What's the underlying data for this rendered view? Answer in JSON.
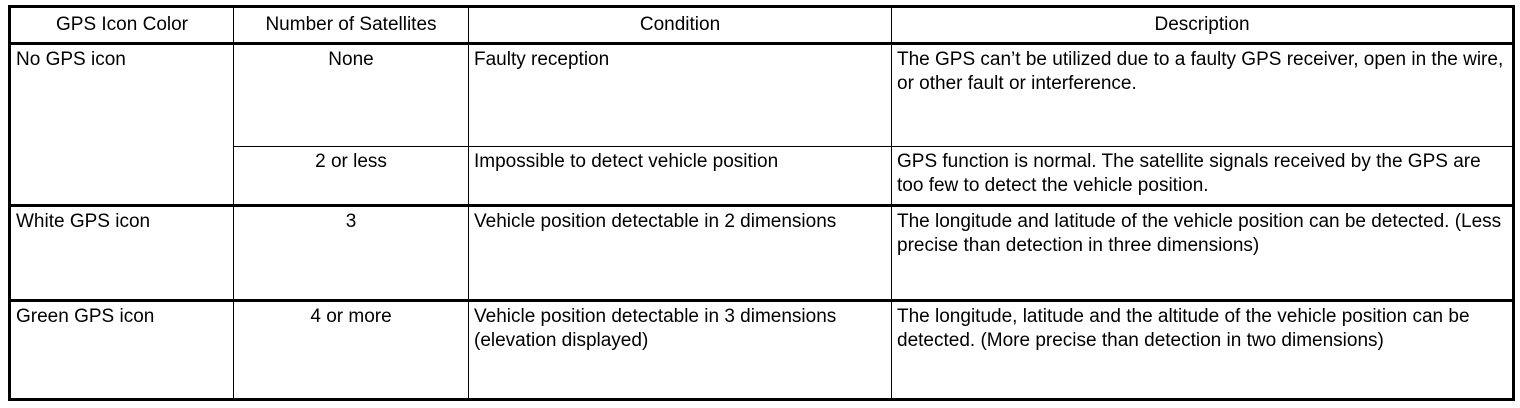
{
  "table": {
    "columns": [
      {
        "key": "gps_icon_color",
        "header": "GPS Icon Color",
        "align": "center"
      },
      {
        "key": "number_of_satellites",
        "header": "Number of Satellites",
        "align": "center"
      },
      {
        "key": "condition",
        "header": "Condition",
        "align": "center"
      },
      {
        "key": "description",
        "header": "Description",
        "align": "center"
      }
    ],
    "rows": [
      {
        "gps_icon_color": "No GPS icon",
        "gps_icon_color_rowspan": 2,
        "number_of_satellites": "None",
        "condition": "Faulty reception",
        "description": "The GPS can’t be utilized due to a faulty GPS receiver, open in the wire, or other fault or interference."
      },
      {
        "gps_icon_color": "",
        "number_of_satellites": "2 or less",
        "condition": "Impossible to detect vehicle position",
        "description": "GPS function is normal. The satellite signals received by the GPS are too few to detect the vehicle position."
      },
      {
        "gps_icon_color": "White GPS icon",
        "number_of_satellites": "3",
        "condition": "Vehicle position detectable in 2 dimensions",
        "description": "The longitude and latitude of the vehicle position can be detected. (Less precise than detection in three dimensions)"
      },
      {
        "gps_icon_color": "Green GPS icon",
        "number_of_satellites": "4 or more",
        "condition": "Vehicle position detectable in 3 dimensions (elevation displayed)",
        "description": "The longitude, latitude and the altitude of the vehicle position can be detected. (More precise than detection in two dimensions)"
      }
    ]
  },
  "colors": {
    "border": "#000000",
    "text": "#000000",
    "background": "#ffffff"
  }
}
